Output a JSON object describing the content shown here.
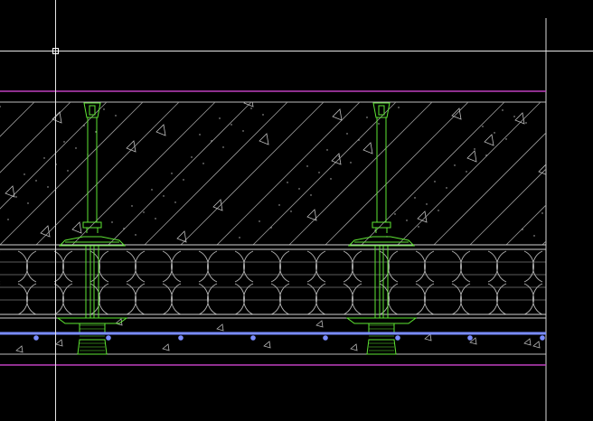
{
  "app": {
    "title": ""
  },
  "viewport": {
    "background": "#000000"
  },
  "colors": {
    "boundary": "#c040c0",
    "hatch": "#9a9a9a",
    "anchor": "#5ee633",
    "lath": "#7a8cff",
    "insulation": "#b5b5b5",
    "frame": "#d9d9d9"
  },
  "elements": {
    "cursor": "crosshair-cursor",
    "pickbox": "pickbox",
    "anchors": [
      "anchor-bolt-left",
      "anchor-bolt-right"
    ],
    "layers": [
      "concrete-slab",
      "insulation-board",
      "mortar-layer",
      "reinforcing-mesh"
    ]
  }
}
